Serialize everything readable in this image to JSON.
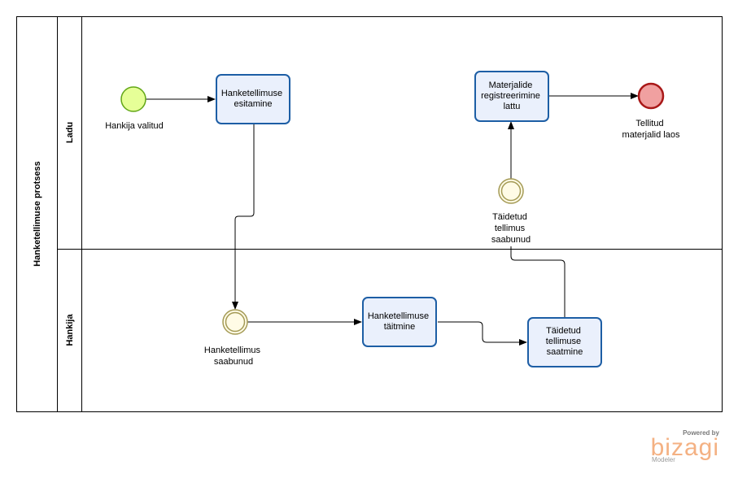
{
  "pool": {
    "title": "Hanketellimuse protsess"
  },
  "lanes": [
    {
      "name": "Ladu"
    },
    {
      "name": "Hankija"
    }
  ],
  "events": {
    "start": {
      "label": "Hankija valitud",
      "color": "#e6ff97",
      "stroke": "#62a716"
    },
    "received_order": {
      "label": [
        "Hanketellimus",
        "saabunud"
      ],
      "color": "#fffbe6",
      "stroke": "#a49a55"
    },
    "received_delivery": {
      "label": [
        "Täidetud",
        "tellimus",
        "saabunud"
      ],
      "color": "#fffbe6",
      "stroke": "#a49a55"
    },
    "end": {
      "label": [
        "Tellitud",
        "materjalid laos"
      ],
      "color": "#f0a0a0",
      "stroke": "#a91818"
    }
  },
  "tasks": {
    "submit_order": {
      "label": [
        "Hanketellimuse",
        "esitamine"
      ]
    },
    "fulfil_order": {
      "label": [
        "Hanketellimuse",
        "täitmine"
      ]
    },
    "send_fulfilled": {
      "label": [
        "Täidetud",
        "tellimuse",
        "saatmine"
      ]
    },
    "register_materials": {
      "label": [
        "Materjalide",
        "registreerimine",
        "lattu"
      ]
    }
  },
  "colors": {
    "task_fill": "#eaf0fc",
    "task_stroke": "#1d5ea5",
    "brand": "#f4b183"
  },
  "branding": {
    "powered_by": "Powered by",
    "name": "bizagi",
    "product": "Modeler"
  }
}
